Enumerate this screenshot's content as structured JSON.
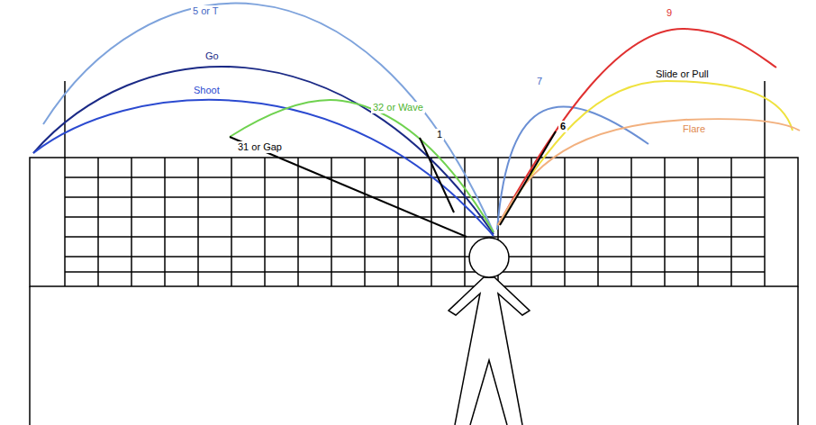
{
  "diagram": {
    "labels": [
      "5 or T",
      "Go",
      "Shoot",
      "32 or Wave",
      "31 or Gap",
      "1",
      "7",
      "6",
      "9",
      "Slide or Pull",
      "Flare"
    ]
  }
}
